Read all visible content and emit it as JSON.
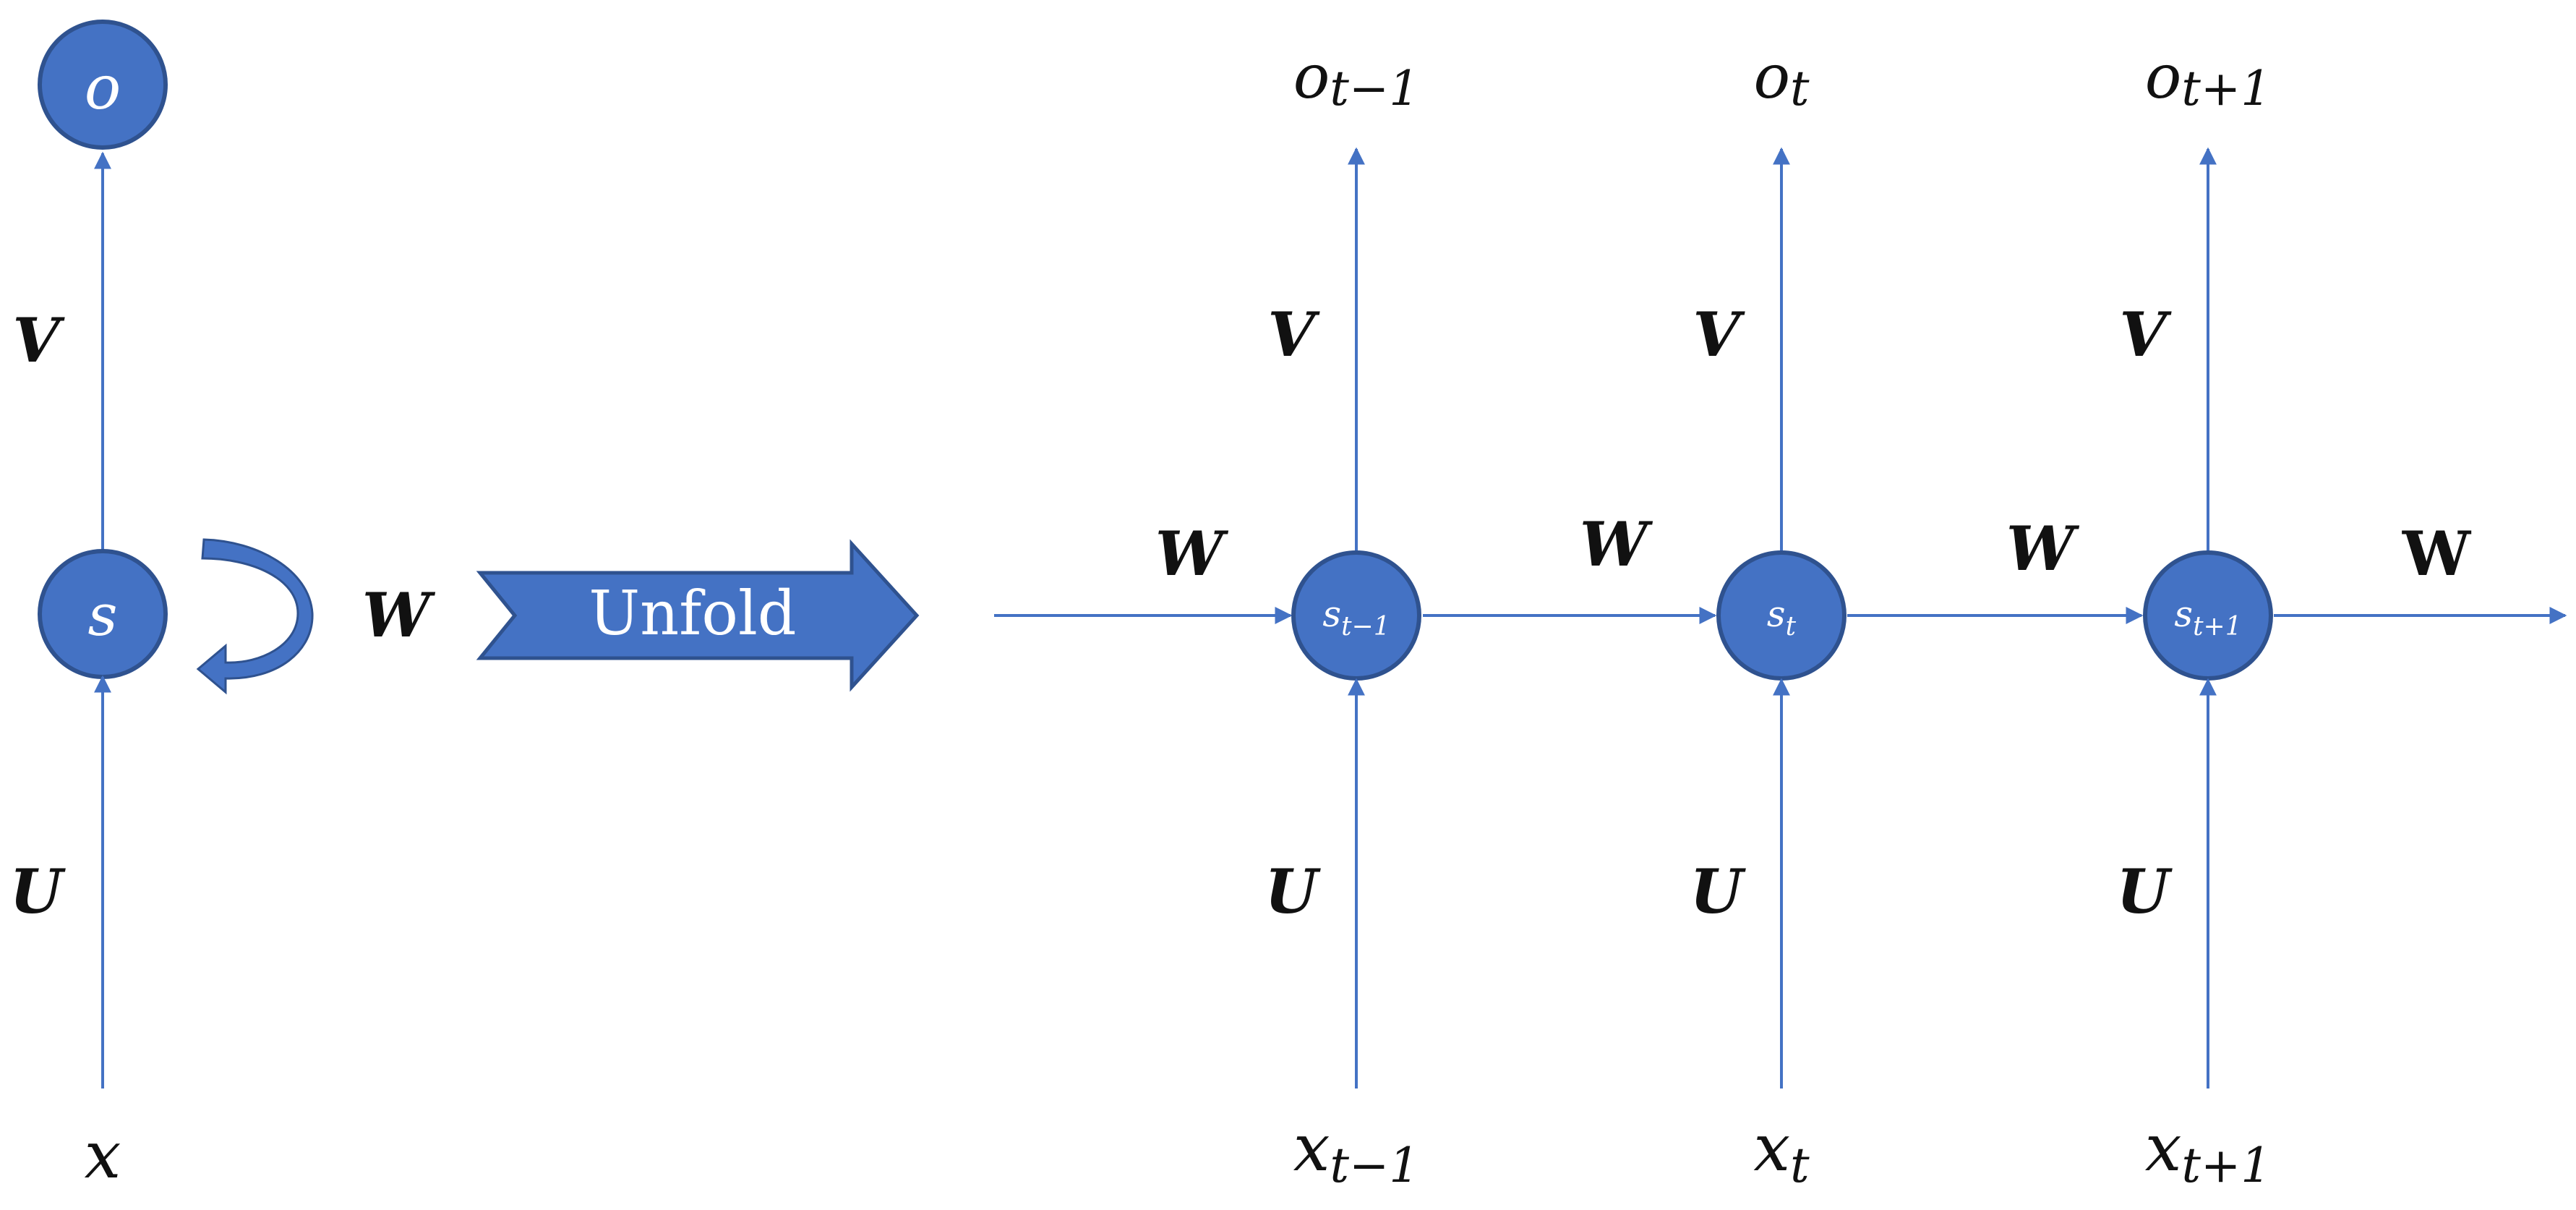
{
  "colors": {
    "node_fill": "#4472C4",
    "node_stroke": "#2F528F",
    "edge": "#4472C4",
    "text": "#111111",
    "node_text": "#ffffff"
  },
  "folded": {
    "output_node": "o",
    "state_node": "s",
    "input": "x",
    "weight_V": "V",
    "weight_U": "U",
    "weight_W": "W"
  },
  "unfold_label": "Unfold",
  "unfolded": {
    "steps": [
      {
        "state_base": "s",
        "state_sub": "t−1",
        "output_base": "o",
        "output_sub": "t−1",
        "input_base": "x",
        "input_sub": "t−1",
        "weight_V": "V",
        "weight_U": "U"
      },
      {
        "state_base": "s",
        "state_sub": "t",
        "output_base": "o",
        "output_sub": "t",
        "input_base": "x",
        "input_sub": "t",
        "weight_V": "V",
        "weight_U": "U"
      },
      {
        "state_base": "s",
        "state_sub": "t+1",
        "output_base": "o",
        "output_sub": "t+1",
        "input_base": "x",
        "input_sub": "t+1",
        "weight_V": "V",
        "weight_U": "U"
      }
    ],
    "recurrent_weights": [
      "W",
      "W",
      "W",
      "W"
    ]
  }
}
